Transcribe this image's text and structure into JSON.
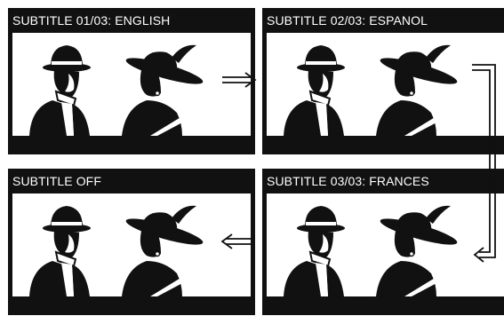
{
  "panels": [
    {
      "id": "p1",
      "caption": "SUBTITLE 01/03: ENGLISH"
    },
    {
      "id": "p2",
      "caption": "SUBTITLE 02/03: ESPANOL"
    },
    {
      "id": "p3",
      "caption": "SUBTITLE 03/03: FRANCES"
    },
    {
      "id": "p4",
      "caption": "SUBTITLE OFF"
    }
  ],
  "colors": {
    "ink": "#111111",
    "paper": "#ffffff"
  }
}
